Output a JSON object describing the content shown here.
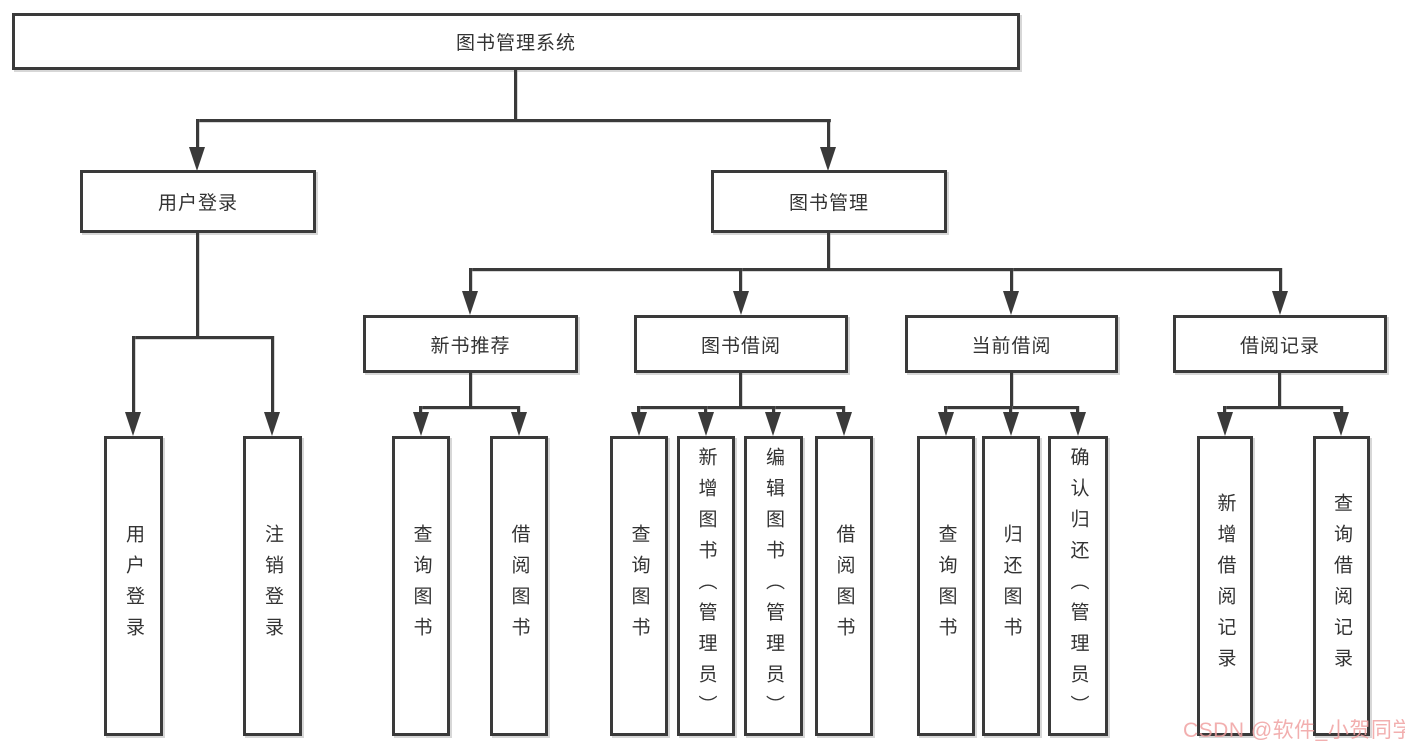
{
  "colors": {
    "line": "#3a3a3a",
    "box-border": "#3a3a3a",
    "box-bg": "#ffffff",
    "text": "#333333",
    "watermark": "#f0a2a2"
  },
  "watermark": {
    "text": "CSDN @软件_小贺同学"
  },
  "tree": {
    "root": "图书管理系统",
    "branches": [
      {
        "label": "用户登录",
        "leaves": [
          "用户登录",
          "注销登录"
        ]
      },
      {
        "label": "图书管理",
        "groups": [
          {
            "label": "新书推荐",
            "leaves": [
              "查询图书",
              "借阅图书"
            ]
          },
          {
            "label": "图书借阅",
            "leaves": [
              "查询图书",
              "新增图书（管理员）",
              "编辑图书（管理员）",
              "借阅图书"
            ]
          },
          {
            "label": "当前借阅",
            "leaves": [
              "查询图书",
              "归还图书",
              "确认归还（管理员）"
            ]
          },
          {
            "label": "借阅记录",
            "leaves": [
              "新增借阅记录",
              "查询借阅记录"
            ]
          }
        ]
      }
    ]
  }
}
